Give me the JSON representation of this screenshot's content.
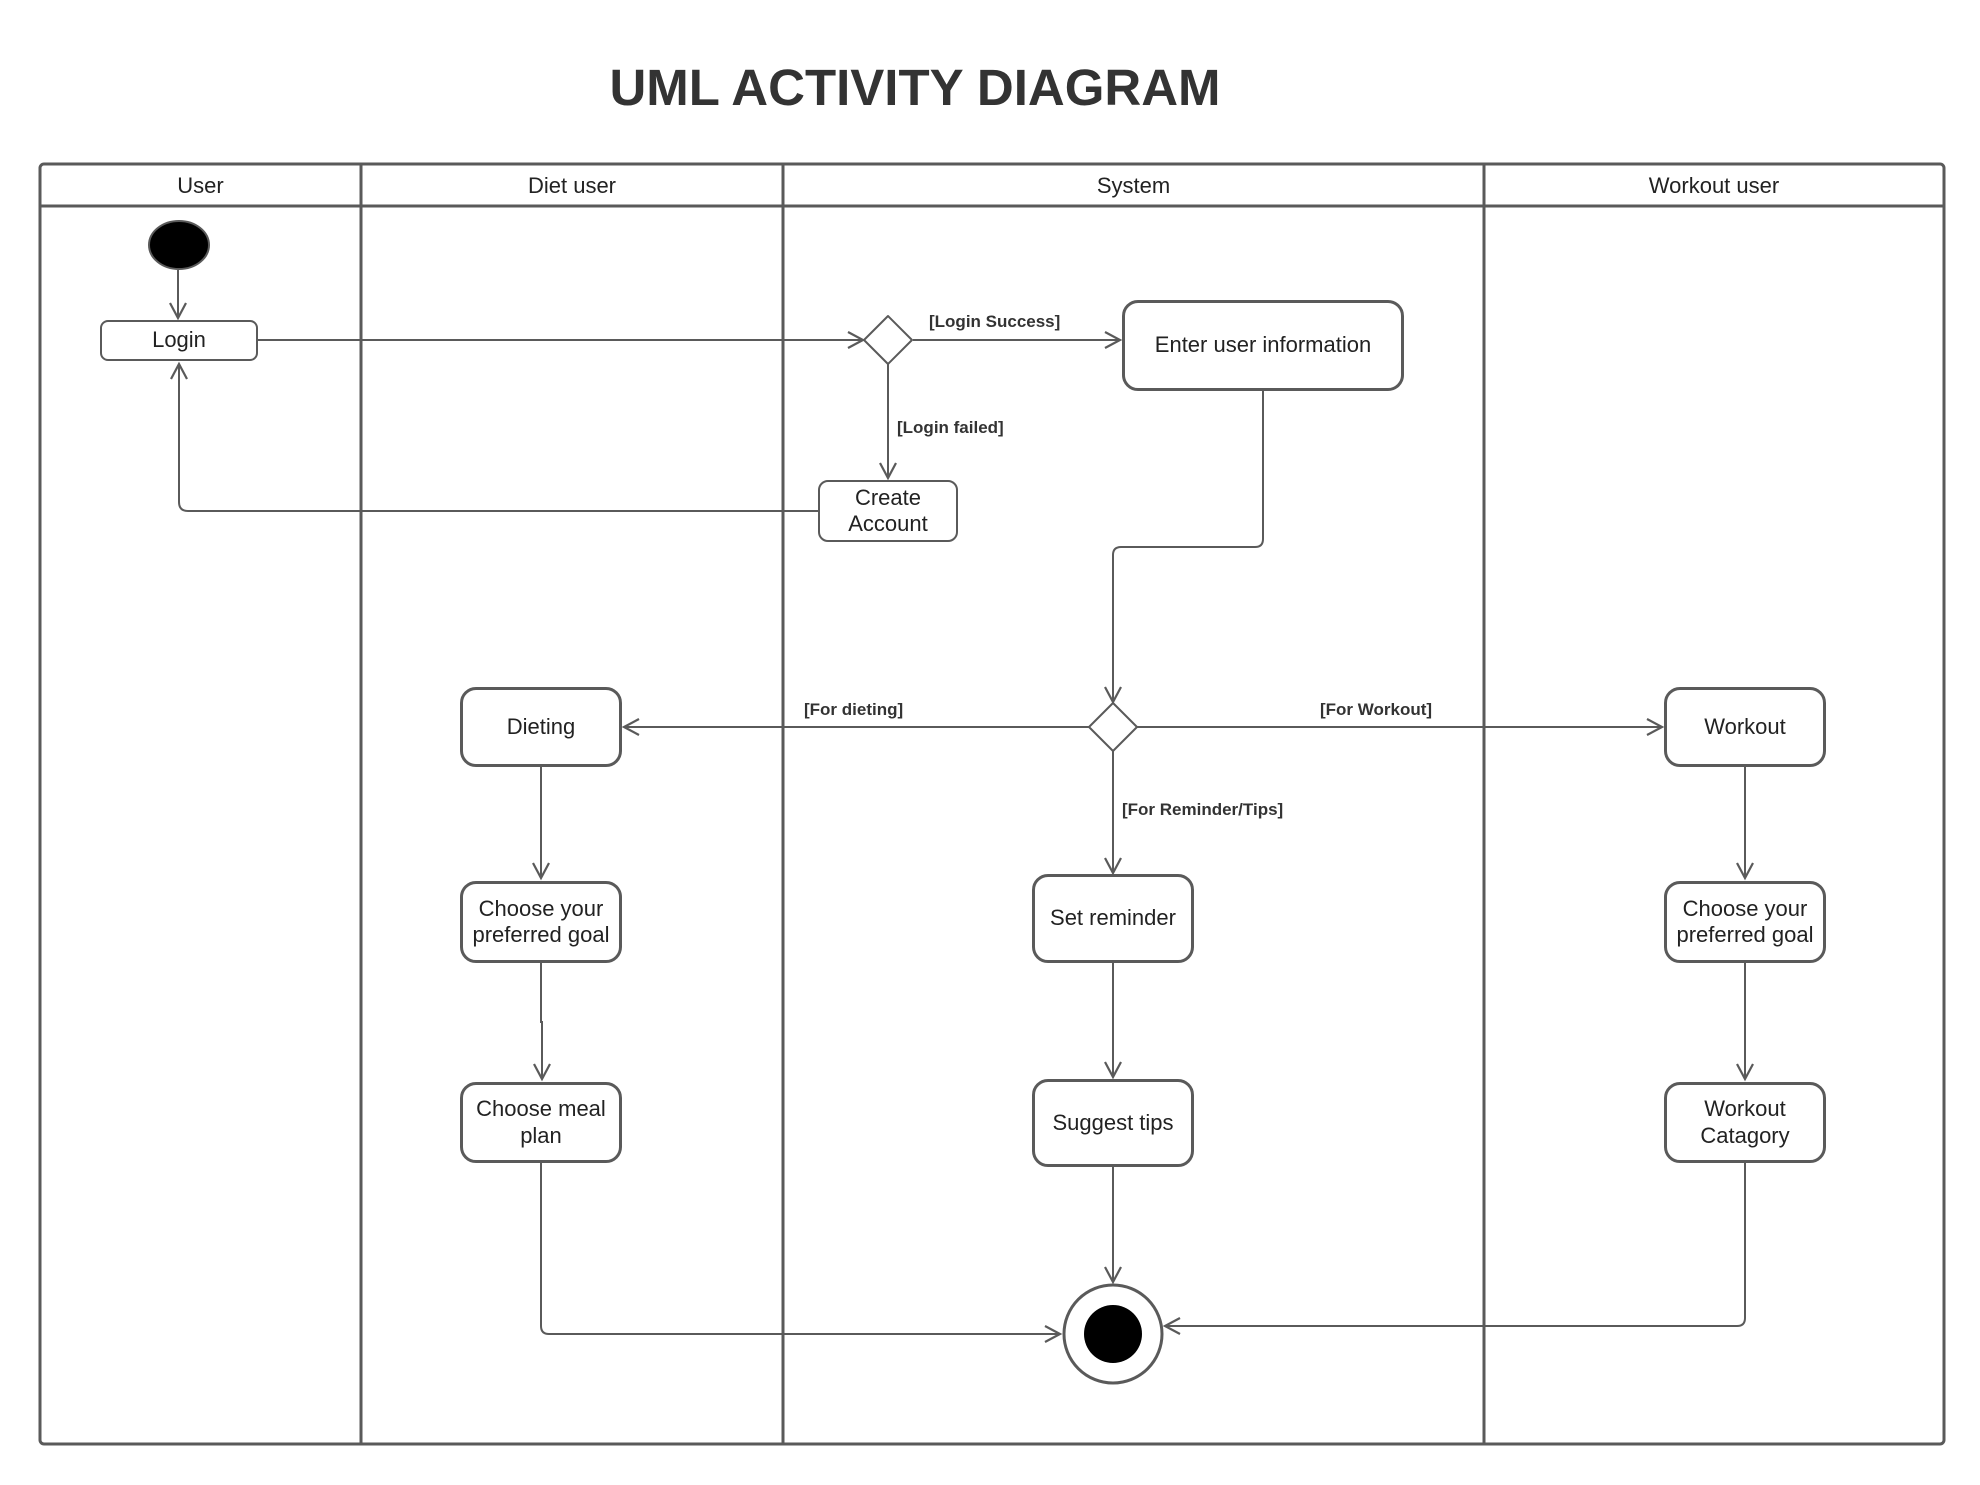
{
  "title": "UML ACTIVITY DIAGRAM",
  "lanes": [
    "User",
    "Diet user",
    "System",
    "Workout user"
  ],
  "nodes": {
    "login": "Login",
    "create_account": "Create\nAccount",
    "enter_user_info": "Enter user information",
    "dieting": "Dieting",
    "diet_choose_goal": "Choose your\npreferred goal",
    "choose_meal_plan": "Choose meal\nplan",
    "set_reminder": "Set reminder",
    "suggest_tips": "Suggest tips",
    "workout": "Workout",
    "workout_choose_goal": "Choose your\npreferred goal",
    "workout_category": "Workout\nCatagory"
  },
  "guards": {
    "login_success": "[Login Success]",
    "login_failed": "[Login failed]",
    "for_dieting": "[For dieting]",
    "for_workout": "[For Workout]",
    "for_reminder": "[For Reminder/Tips]"
  },
  "colors": {
    "stroke": "#5a5a5a",
    "text": "#222222",
    "title": "#333333",
    "fill_node": "#ffffff",
    "fill_terminal": "#000000"
  }
}
